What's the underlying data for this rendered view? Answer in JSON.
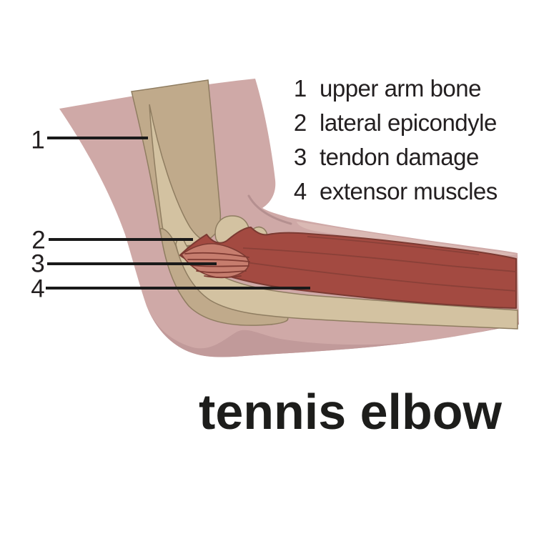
{
  "title": "tennis elbow",
  "legend": {
    "items": [
      {
        "num": "1",
        "label": "upper arm bone"
      },
      {
        "num": "2",
        "label": "lateral epicondyle"
      },
      {
        "num": "3",
        "label": "tendon damage"
      },
      {
        "num": "4",
        "label": "extensor muscles"
      }
    ]
  },
  "colors": {
    "background": "#ffffff",
    "ink": "#231f20",
    "skin": "#cfa9a7",
    "skin_shadow": "#c19a9a",
    "skin_highlight": "#dab9b4",
    "crease": "#b59090",
    "bone_dark": "#c0aa8b",
    "bone_light": "#d3c2a1",
    "bone_outline": "#8f7d61",
    "muscle": "#a34a41",
    "muscle_outline": "#7b3a32",
    "muscle_fiber": "#8a4038",
    "tendon": "#c67d6e",
    "tendon_streak": "#7e3a32",
    "leader_line": "#1a1a1a"
  }
}
